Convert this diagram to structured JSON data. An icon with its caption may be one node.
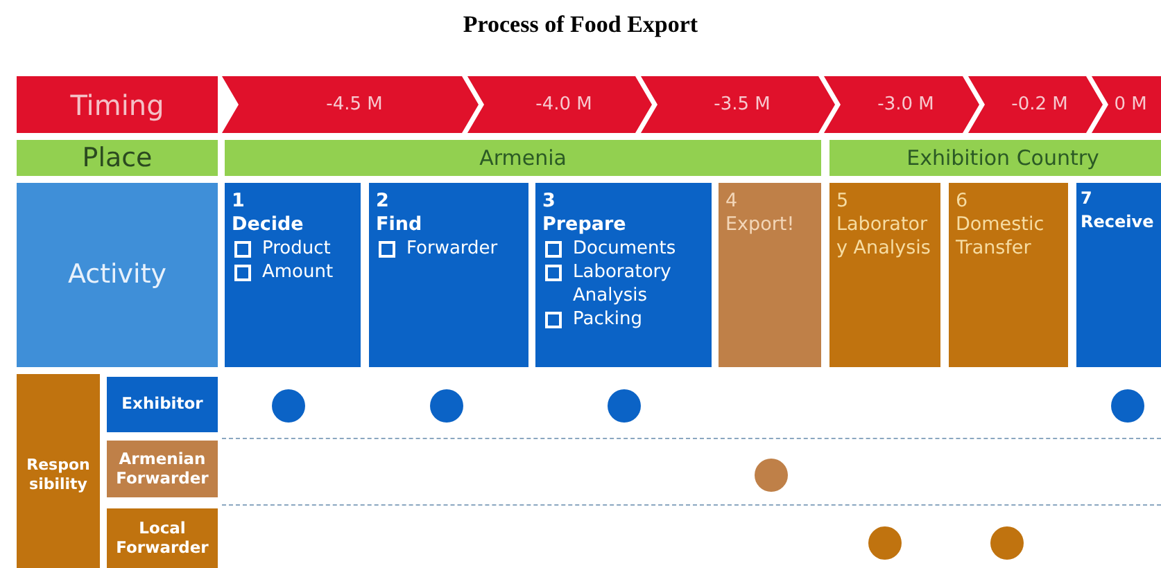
{
  "diagram": {
    "title": "Process of Food Export",
    "nodes": [
      {
        "text": [
          "Timing"
        ]
      },
      {
        "text": [
          "-4.5 M"
        ]
      },
      {
        "text": [
          "-4.0 M"
        ]
      },
      {
        "text": [
          "-3.5 M"
        ]
      },
      {
        "text": [
          "-3.0 M"
        ]
      },
      {
        "text": [
          "-0.2 M"
        ]
      },
      {
        "text": [
          "0 M"
        ]
      },
      {
        "text": [
          "Place"
        ]
      },
      {
        "text": [
          "Armenia"
        ]
      },
      {
        "text": [
          "Exhibition Country"
        ]
      },
      {
        "text": [
          "Activity"
        ]
      },
      {
        "text": [
          "1",
          "Decide",
          "Product",
          "Amount"
        ]
      },
      {
        "text": [
          "2",
          "Find",
          "Forwarder"
        ]
      },
      {
        "text": [
          "3",
          "Prepare",
          "Documents",
          "Laboratory Analysis",
          "Packing"
        ]
      },
      {
        "text": [
          "4",
          "Export!"
        ]
      },
      {
        "text": [
          "5",
          "Laboratory Analysis"
        ]
      },
      {
        "text": [
          "6",
          "Domestic Transfer"
        ]
      },
      {
        "text": [
          "7",
          "Receive"
        ]
      },
      {
        "text": [
          "Responsibility"
        ]
      },
      {
        "text": [
          "Exhibitor"
        ]
      },
      {
        "text": [
          "Armenian Forwarder"
        ]
      },
      {
        "text": [
          "Local Forwarder"
        ]
      },
      {
        "text": [],
        "shape": "circle"
      },
      {
        "text": [],
        "shape": "circle"
      },
      {
        "text": [],
        "shape": "circle"
      },
      {
        "text": [],
        "shape": "circle"
      },
      {
        "text": [],
        "shape": "circle"
      },
      {
        "text": [],
        "shape": "circle"
      },
      {
        "text": [],
        "shape": "circle"
      }
    ]
  }
}
